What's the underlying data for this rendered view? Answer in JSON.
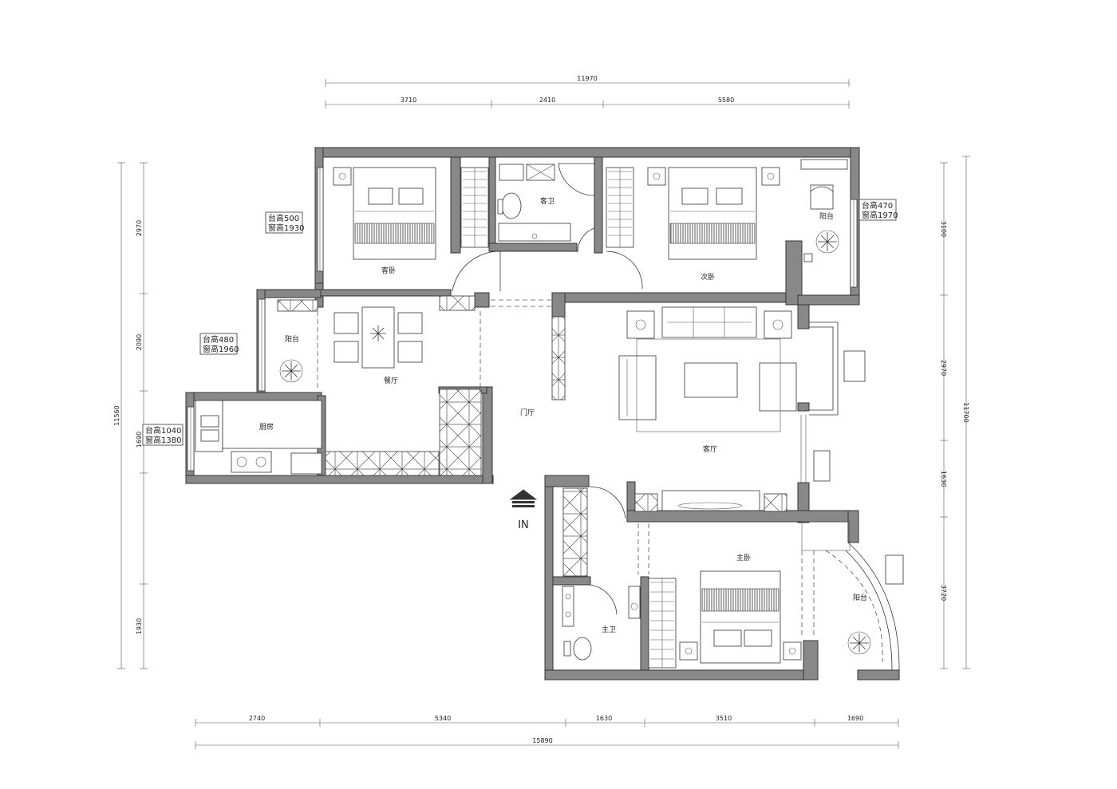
{
  "dimensions": {
    "top_total": "11970",
    "top_segments": [
      "3710",
      "2410",
      "5580"
    ],
    "bottom_segments": [
      "2740",
      "5340",
      "1630",
      "3510",
      "1690"
    ],
    "bottom_total": "15890",
    "left_total": "11560",
    "left_segments": [
      "2970",
      "2090",
      "1690",
      "1930"
    ],
    "right_total": "11700",
    "right_segments": [
      "3100",
      "2970",
      "1630",
      "3720"
    ]
  },
  "rooms": {
    "bedroom_secondary": "客卧",
    "bathroom_secondary": "客卫",
    "bedroom_second": "次卧",
    "balcony_north_east": "阳台",
    "balcony_west": "阳台",
    "dining": "餐厅",
    "kitchen": "厨房",
    "foyer": "门厅",
    "living": "客厅",
    "master_bedroom": "主卧",
    "master_bath": "主卫",
    "balcony_south": "阳台"
  },
  "notes": {
    "window_bedroom_left": [
      "台高500",
      "窗高1930"
    ],
    "window_balcony_west": [
      "台高480",
      "窗高1960"
    ],
    "window_kitchen": [
      "台高1040",
      "窗高1380"
    ],
    "window_balcony_ne": [
      "台高470",
      "窗高1970"
    ]
  },
  "entrance_label": "IN"
}
